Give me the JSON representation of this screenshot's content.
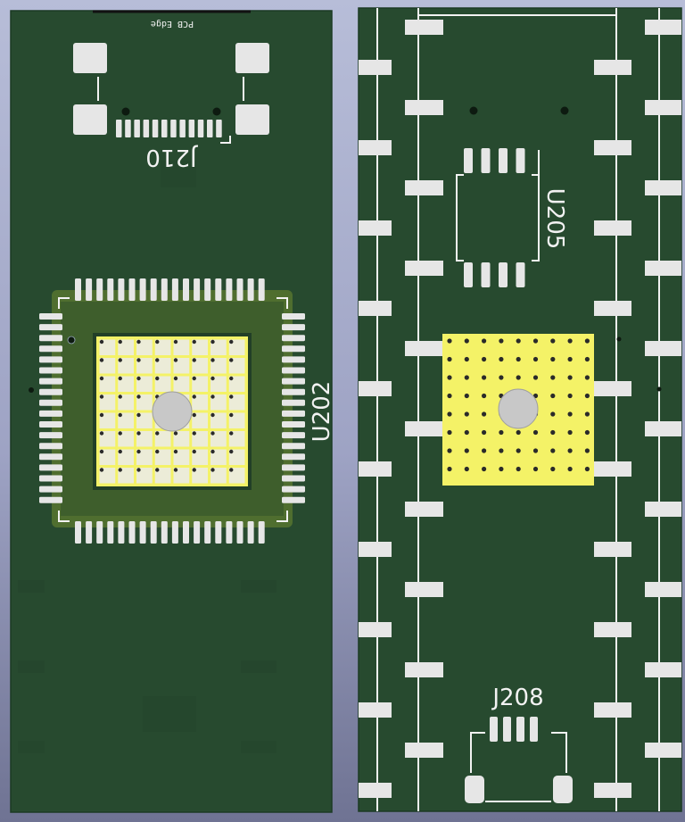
{
  "app": {
    "title": "3D Viewer",
    "colors": {
      "background_top": "#b7bdd8",
      "background_bottom": "#6f7393",
      "board": "#274a2f",
      "board_shadow": "#1f3d27",
      "pad": "#e6e6e6",
      "copper_fill": "#f4f267",
      "silkscreen": "#f2f2f2"
    }
  },
  "left_board": {
    "edge_label": "PCB Edge",
    "usb_connector": {
      "ref": "J210",
      "icon": "usb-c-connector-icon"
    },
    "mcu": {
      "ref": "U202",
      "icon": "qfp-package-icon",
      "pins_per_side": 18,
      "thermal_grid": [
        8,
        8
      ]
    }
  },
  "right_board": {
    "soic": {
      "ref": "U205",
      "icon": "soic-package-icon",
      "pins_per_side": 4
    },
    "thermal_pad": {
      "icon": "thermal-pad-icon",
      "grid": [
        9,
        8
      ]
    },
    "bottom_connector": {
      "ref": "J208",
      "icon": "micro-connector-icon",
      "pins": 4
    }
  }
}
